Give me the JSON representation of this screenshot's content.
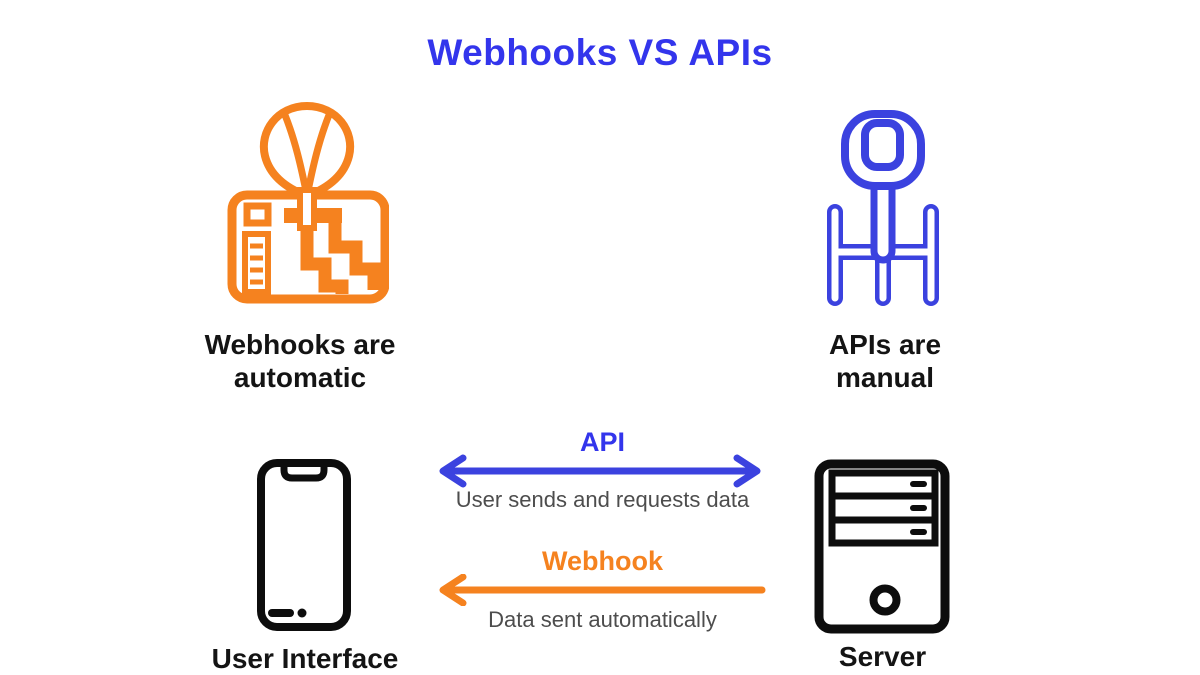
{
  "title": "Webhooks VS APIs",
  "colors": {
    "title_blue": "#3335EC",
    "diagram_blue": "#3B42DF",
    "diagram_orange": "#F5821F",
    "label_dark": "#141414",
    "description_gray": "#4D4D4D"
  },
  "webhooks_side": {
    "icon": "automatic-gear-shifter",
    "caption": "Webhooks are\nautomatic"
  },
  "apis_side": {
    "icon": "manual-gear-shifter",
    "caption": "APIs are\nmanual"
  },
  "flow": {
    "user_node": {
      "icon": "smartphone",
      "label": "User Interface"
    },
    "server_node": {
      "icon": "server-tower",
      "label": "Server"
    },
    "api_arrow": {
      "label": "API",
      "description": "User sends and requests data",
      "direction": "bidirectional",
      "color": "#3B42DF"
    },
    "webhook_arrow": {
      "label": "Webhook",
      "description": "Data sent automatically",
      "direction": "server-to-user",
      "color": "#F5821F"
    }
  }
}
